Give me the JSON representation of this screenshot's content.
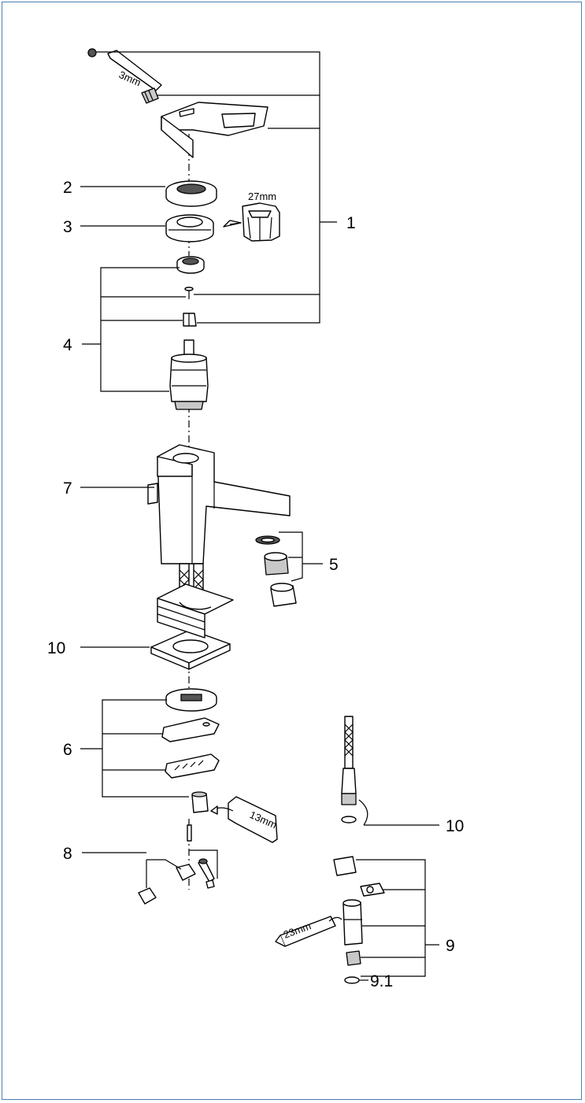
{
  "diagram": {
    "callouts": {
      "c1": "1",
      "c2": "2",
      "c3": "3",
      "c4": "4",
      "c5": "5",
      "c6": "6",
      "c7": "7",
      "c8": "8",
      "c9": "9",
      "c9_1": "9.1",
      "c10_main": "10",
      "c10_side": "10"
    },
    "tool_labels": {
      "hex_key": "3mm",
      "socket": "27mm",
      "wrench_13": "13mm",
      "wrench_23": "23mm"
    }
  }
}
